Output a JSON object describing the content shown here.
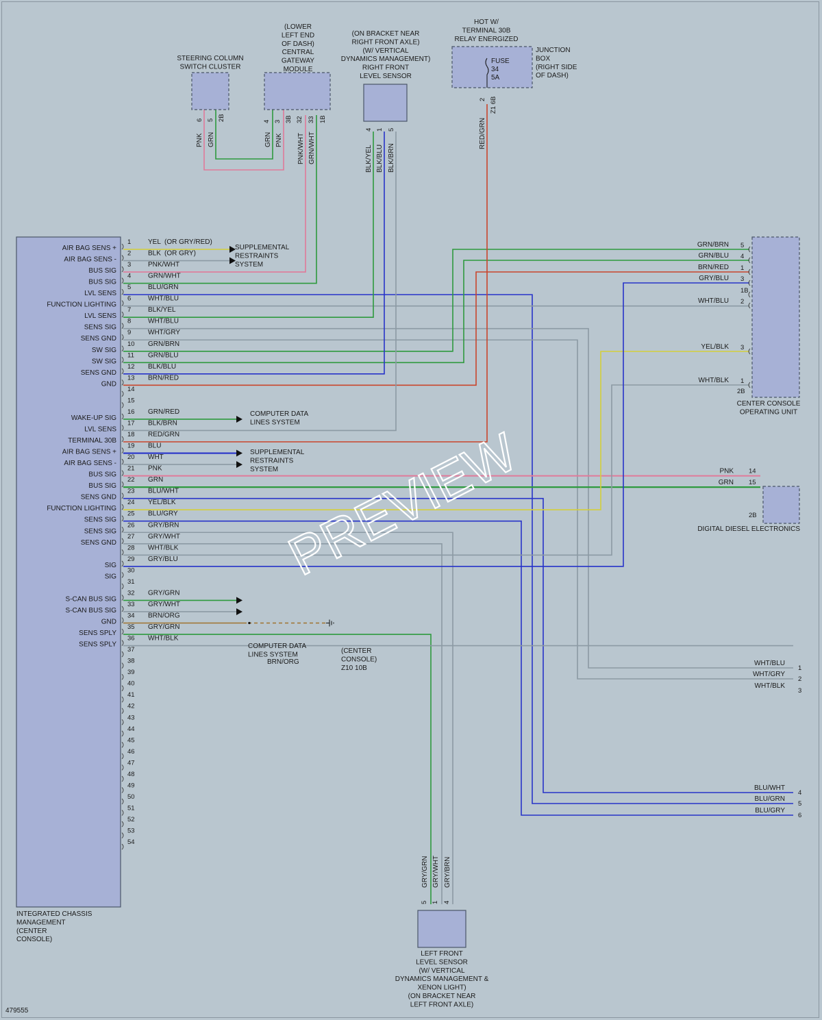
{
  "diagram_id": "479555",
  "watermark": "PREVIEW",
  "colors": {
    "background": "#b9c6cf",
    "module_fill": "#a7b1d6",
    "module_stroke": "#4a5568",
    "PNK": "#e07a9a",
    "GRN": "#2e9a3e",
    "BLU": "#2733c9",
    "RED": "#c9452c",
    "GRY": "#8c9aa4",
    "YEL": "#d4cf3a",
    "BLK": "#3a3a3a",
    "BRN": "#8b5a2b"
  },
  "icm": {
    "name_lines": [
      "INTEGRATED CHASSIS",
      "MANAGEMENT",
      "(CENTER",
      "CONSOLE)"
    ],
    "pins": [
      {
        "n": "1",
        "func": "AIR BAG SENS +",
        "wire": "YEL",
        "wire_note": "(OR GRY/RED)"
      },
      {
        "n": "2",
        "func": "AIR BAG SENS -",
        "wire": "BLK",
        "wire_note": "(OR GRY)"
      },
      {
        "n": "3",
        "func": "BUS SIG",
        "wire": "PNK/WHT"
      },
      {
        "n": "4",
        "func": "BUS SIG",
        "wire": "GRN/WHT"
      },
      {
        "n": "5",
        "func": "LVL SENS",
        "wire": "BLU/GRN"
      },
      {
        "n": "6",
        "func": "FUNCTION LIGHTING",
        "wire": "WHT/BLU"
      },
      {
        "n": "7",
        "func": "LVL SENS",
        "wire": "BLK/YEL"
      },
      {
        "n": "8",
        "func": "SENS SIG",
        "wire": "WHT/BLU"
      },
      {
        "n": "9",
        "func": "SENS GND",
        "wire": "WHT/GRY"
      },
      {
        "n": "10",
        "func": "SW SIG",
        "wire": "GRN/BRN"
      },
      {
        "n": "11",
        "func": "SW SIG",
        "wire": "GRN/BLU"
      },
      {
        "n": "12",
        "func": "SENS GND",
        "wire": "BLK/BLU"
      },
      {
        "n": "13",
        "func": "GND",
        "wire": "BRN/RED"
      },
      {
        "n": "14",
        "func": "",
        "wire": ""
      },
      {
        "n": "15",
        "func": "",
        "wire": ""
      },
      {
        "n": "16",
        "func": "WAKE-UP SIG",
        "wire": "GRN/RED"
      },
      {
        "n": "17",
        "func": "LVL SENS",
        "wire": "BLK/BRN"
      },
      {
        "n": "18",
        "func": "TERMINAL 30B",
        "wire": "RED/GRN"
      },
      {
        "n": "19",
        "func": "AIR BAG SENS +",
        "wire": "BLU"
      },
      {
        "n": "20",
        "func": "AIR BAG SENS -",
        "wire": "WHT"
      },
      {
        "n": "21",
        "func": "BUS SIG",
        "wire": "PNK"
      },
      {
        "n": "22",
        "func": "BUS SIG",
        "wire": "GRN"
      },
      {
        "n": "23",
        "func": "SENS GND",
        "wire": "BLU/WHT"
      },
      {
        "n": "24",
        "func": "FUNCTION LIGHTING",
        "wire": "YEL/BLK"
      },
      {
        "n": "25",
        "func": "SENS SIG",
        "wire": "BLU/GRY"
      },
      {
        "n": "26",
        "func": "SENS SIG",
        "wire": "GRY/BRN"
      },
      {
        "n": "27",
        "func": "SENS GND",
        "wire": "GRY/WHT"
      },
      {
        "n": "28",
        "func": "",
        "wire": "WHT/BLK"
      },
      {
        "n": "29",
        "func": "SIG",
        "wire": "GRY/BLU"
      },
      {
        "n": "30",
        "func": "SIG",
        "wire": ""
      },
      {
        "n": "31",
        "func": "",
        "wire": ""
      },
      {
        "n": "32",
        "func": "S-CAN BUS SIG",
        "wire": "GRY/GRN"
      },
      {
        "n": "33",
        "func": "S-CAN BUS SIG",
        "wire": "GRY/WHT"
      },
      {
        "n": "34",
        "func": "GND",
        "wire": "BRN/ORG"
      },
      {
        "n": "35",
        "func": "SENS SPLY",
        "wire": "GRY/GRN"
      },
      {
        "n": "36",
        "func": "SENS SPLY",
        "wire": "WHT/BLK"
      },
      {
        "n": "37",
        "func": "",
        "wire": ""
      },
      {
        "n": "38",
        "func": "",
        "wire": ""
      },
      {
        "n": "39",
        "func": "",
        "wire": ""
      },
      {
        "n": "40",
        "func": "",
        "wire": ""
      },
      {
        "n": "41",
        "func": "",
        "wire": ""
      },
      {
        "n": "42",
        "func": "",
        "wire": ""
      },
      {
        "n": "43",
        "func": "",
        "wire": ""
      },
      {
        "n": "44",
        "func": "",
        "wire": ""
      },
      {
        "n": "45",
        "func": "",
        "wire": ""
      },
      {
        "n": "46",
        "func": "",
        "wire": ""
      },
      {
        "n": "47",
        "func": "",
        "wire": ""
      },
      {
        "n": "48",
        "func": "",
        "wire": ""
      },
      {
        "n": "49",
        "func": "",
        "wire": ""
      },
      {
        "n": "50",
        "func": "",
        "wire": ""
      },
      {
        "n": "51",
        "func": "",
        "wire": ""
      },
      {
        "n": "52",
        "func": "",
        "wire": ""
      },
      {
        "n": "53",
        "func": "",
        "wire": ""
      },
      {
        "n": "54",
        "func": "",
        "wire": ""
      }
    ]
  },
  "steering_column": {
    "name_lines": [
      "STEERING COLUMN",
      "SWITCH CLUSTER"
    ],
    "pins": [
      "6",
      "5",
      "2B"
    ],
    "wires": [
      "PNK",
      "GRN"
    ]
  },
  "gateway": {
    "name_lines": [
      "(LOWER",
      "LEFT END",
      "OF DASH)",
      "CENTRAL",
      "GATEWAY",
      "MODULE"
    ],
    "pins": [
      "4",
      "3",
      "3B",
      "32",
      "33",
      "1B"
    ],
    "wires": [
      "GRN",
      "PNK",
      "PNK/WHT",
      "GRN/WHT"
    ]
  },
  "right_level_sensor": {
    "name_lines": [
      "(ON BRACKET NEAR",
      "RIGHT FRONT AXLE)",
      "(W/ VERTICAL",
      "DYNAMICS MANAGEMENT)",
      "RIGHT FRONT",
      "LEVEL SENSOR"
    ],
    "pins": [
      "4",
      "1",
      "5"
    ],
    "wires": [
      "BLK/YEL",
      "BLK/BLU",
      "BLK/BRN"
    ]
  },
  "junction_box": {
    "hot_lines": [
      "HOT W/",
      "TERMINAL 30B",
      "RELAY ENERGIZED"
    ],
    "name_lines": [
      "JUNCTION",
      "BOX",
      "(RIGHT SIDE",
      "OF DASH)"
    ],
    "fuse_lines": [
      "FUSE",
      "34",
      "5A"
    ],
    "pins": [
      "2",
      "Z1 6B"
    ],
    "wire": "RED/GRN"
  },
  "center_console_unit": {
    "name_lines": [
      "CENTER CONSOLE",
      "OPERATING UNIT"
    ],
    "connector": "2B",
    "pins": [
      {
        "wire": "GRN/BRN",
        "n": "5"
      },
      {
        "wire": "GRN/BLU",
        "n": "4"
      },
      {
        "wire": "BRN/RED",
        "n": "1"
      },
      {
        "wire": "GRY/BLU",
        "n": "3"
      },
      {
        "wire": "",
        "n": "1B"
      },
      {
        "wire": "WHT/BLU",
        "n": "2"
      },
      {
        "wire": "YEL/BLK",
        "n": "3"
      },
      {
        "wire": "WHT/BLK",
        "n": "1"
      }
    ]
  },
  "dde": {
    "name": "DIGITAL DIESEL ELECTRONICS",
    "connector": "2B",
    "pins": [
      {
        "wire": "PNK",
        "n": "14"
      },
      {
        "wire": "GRN",
        "n": "15"
      }
    ]
  },
  "destinations": {
    "srs_top": [
      "SUPPLEMENTAL",
      "RESTRAINTS",
      "SYSTEM"
    ],
    "cdl_mid": [
      "COMPUTER DATA",
      "LINES SYSTEM"
    ],
    "srs_mid": [
      "SUPPLEMENTAL",
      "RESTRAINTS",
      "SYSTEM"
    ],
    "cdl_low": [
      "COMPUTER DATA",
      "LINES SYSTEM"
    ],
    "ground_lines": [
      "(CENTER",
      "CONSOLE)",
      "Z10 10B"
    ],
    "ground_wire": "BRN/ORG"
  },
  "right_connectors": {
    "upper": [
      {
        "wire": "WHT/BLU",
        "n": "1"
      },
      {
        "wire": "WHT/GRY",
        "n": "2"
      },
      {
        "wire": "WHT/BLK",
        "n": "3"
      }
    ],
    "lower": [
      {
        "wire": "BLU/WHT",
        "n": "4"
      },
      {
        "wire": "BLU/GRN",
        "n": "5"
      },
      {
        "wire": "BLU/GRY",
        "n": "6"
      }
    ]
  },
  "left_level_sensor": {
    "name_lines": [
      "LEFT FRONT",
      "LEVEL SENSOR",
      "(W/ VERTICAL",
      "DYNAMICS MANAGEMENT &",
      "XENON LIGHT)",
      "(ON BRACKET NEAR",
      "LEFT FRONT AXLE)"
    ],
    "pins": [
      "5",
      "1",
      "4"
    ],
    "wires": [
      "GRY/GRN",
      "GRY/WHT",
      "GRY/BRN"
    ]
  }
}
